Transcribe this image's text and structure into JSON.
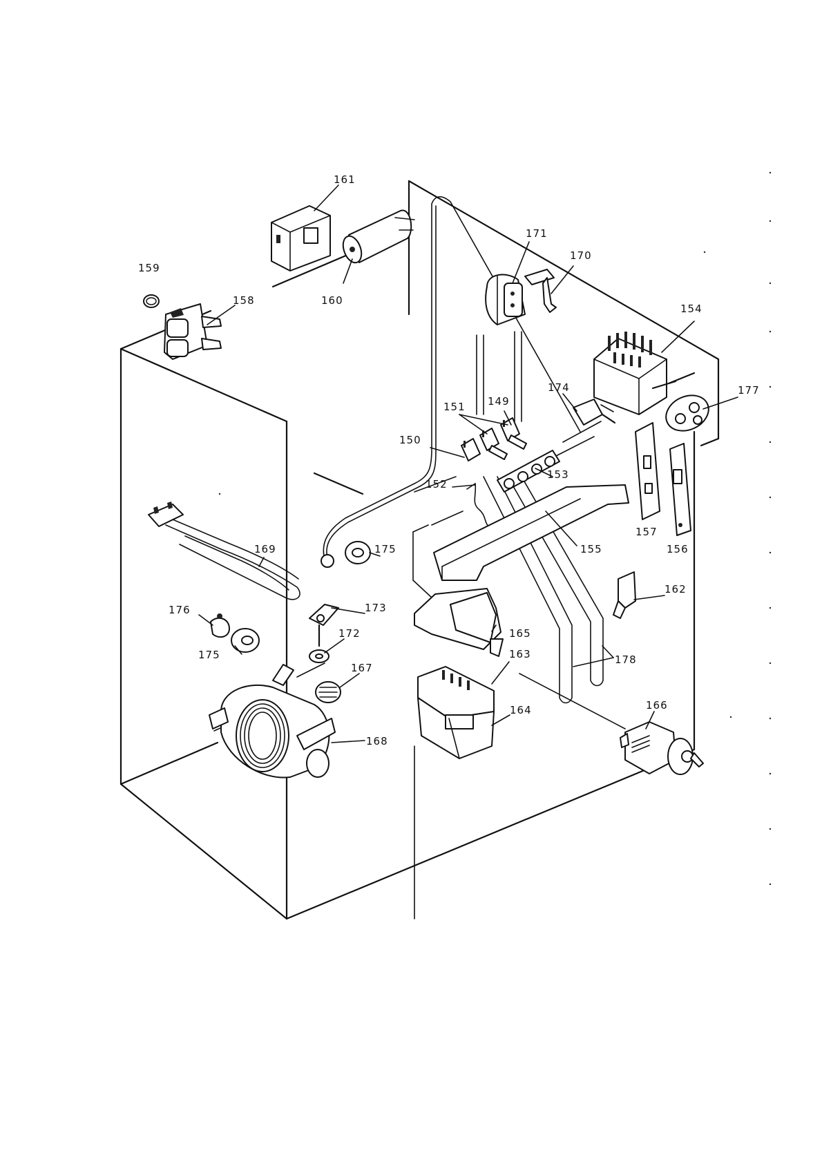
{
  "parts": [
    {
      "id": "p161",
      "label": "161"
    },
    {
      "id": "p160",
      "label": "160"
    },
    {
      "id": "p159",
      "label": "159"
    },
    {
      "id": "p158",
      "label": "158"
    },
    {
      "id": "p171",
      "label": "171"
    },
    {
      "id": "p170",
      "label": "170"
    },
    {
      "id": "p154",
      "label": "154"
    },
    {
      "id": "p177",
      "label": "177"
    },
    {
      "id": "p174",
      "label": "174"
    },
    {
      "id": "p151",
      "label": "151"
    },
    {
      "id": "p149",
      "label": "149"
    },
    {
      "id": "p150",
      "label": "150"
    },
    {
      "id": "p153",
      "label": "153"
    },
    {
      "id": "p152",
      "label": "152"
    },
    {
      "id": "p157",
      "label": "157"
    },
    {
      "id": "p156",
      "label": "156"
    },
    {
      "id": "p155",
      "label": "155"
    },
    {
      "id": "p169",
      "label": "169"
    },
    {
      "id": "p175a",
      "label": "175"
    },
    {
      "id": "p173",
      "label": "173"
    },
    {
      "id": "p176",
      "label": "176"
    },
    {
      "id": "p172",
      "label": "172"
    },
    {
      "id": "p175b",
      "label": "175"
    },
    {
      "id": "p165",
      "label": "165"
    },
    {
      "id": "p162",
      "label": "162"
    },
    {
      "id": "p163",
      "label": "163"
    },
    {
      "id": "p178",
      "label": "178"
    },
    {
      "id": "p167",
      "label": "167"
    },
    {
      "id": "p164",
      "label": "164"
    },
    {
      "id": "p166",
      "label": "166"
    },
    {
      "id": "p168",
      "label": "168"
    }
  ]
}
